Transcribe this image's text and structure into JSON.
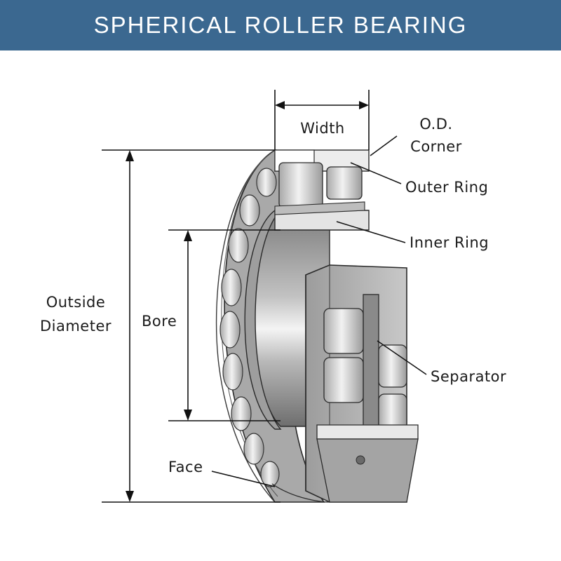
{
  "header": {
    "title": "SPHERICAL ROLLER BEARING",
    "background_color": "#3b6890",
    "text_color": "#ffffff"
  },
  "labels": {
    "width": "Width",
    "od_corner_line1": "O.D.",
    "od_corner_line2": "Corner",
    "outer_ring": "Outer Ring",
    "inner_ring": "Inner Ring",
    "outside_diameter_line1": "Outside",
    "outside_diameter_line2": "Diameter",
    "bore": "Bore",
    "separator": "Separator",
    "face": "Face"
  }
}
